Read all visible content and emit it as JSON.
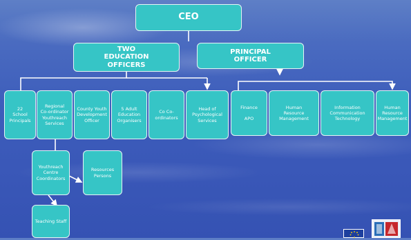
{
  "nodes": {
    "ceo": "CEO",
    "two_education_officers": "TWO\nEDUCATION\nOFFICERS",
    "principal_officer": "PRINCIPAL\nOFFICER",
    "school_principals": "22\nSchool\nPrincipals",
    "regional_coordinator": "Regional\nCo-ordinator\nYouthreach\nServices",
    "county_youth_officer": "County Youth\nDevelopment\nOfficer",
    "adult_education_organisers": "5 Adult\nEducation\nOrganisers",
    "co_ordinators": "Co Co-\nordinators",
    "head_psychological": "Head of\nPsychological\nServices",
    "finance": "Finance\n\nAPO",
    "human_resource_management_1": "Human\nResource\nManagement",
    "ict": "Information\nCommunication\nTechnology",
    "human_resource_management_2": "Human\nResource\nManagement",
    "youthreach_centre_coordinators": "Youthreach\nCentre\nCoordinators",
    "resources_persons": "Resources\nPersons",
    "teaching_staff": "Teaching Staff"
  },
  "colors": {
    "box_fill": "#36c5c6",
    "box_border": "#e6f4f4",
    "connector": "#ffffff",
    "background": "#3d5dbb"
  },
  "logos": [
    "eu-flag-icon",
    "organisation-logo-icon"
  ]
}
